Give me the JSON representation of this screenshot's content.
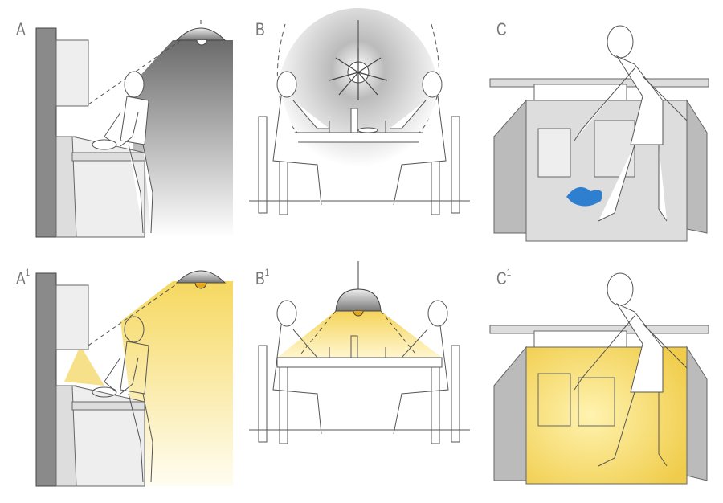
{
  "panels": [
    {
      "id": "A",
      "label": "A",
      "sup": "",
      "scene": "kitchen-counter",
      "lit": false
    },
    {
      "id": "B",
      "label": "B",
      "sup": "",
      "scene": "dining-table",
      "lit": false
    },
    {
      "id": "C",
      "label": "C",
      "sup": "",
      "scene": "under-sink",
      "lit": false
    },
    {
      "id": "A1",
      "label": "A",
      "sup": "1",
      "scene": "kitchen-counter",
      "lit": true
    },
    {
      "id": "B1",
      "label": "B",
      "sup": "1",
      "scene": "dining-table",
      "lit": true
    },
    {
      "id": "C1",
      "label": "C",
      "sup": "1",
      "scene": "under-sink",
      "lit": true
    }
  ],
  "colors": {
    "light": "#f4d35e",
    "shadow": "#7a7a7a",
    "water": "#2f7fd0",
    "line": "#555555"
  }
}
